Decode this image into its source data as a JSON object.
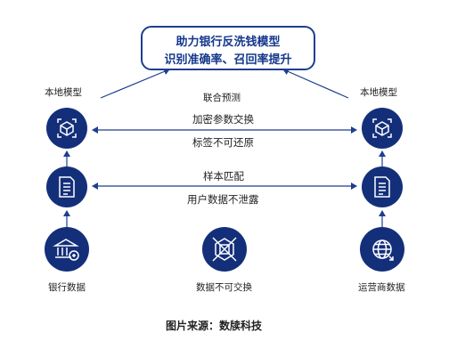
{
  "title": {
    "line1": "助力银行反洗钱模型",
    "line2": "识别准确率、召回率提升"
  },
  "left_label": "本地模型",
  "right_label": "本地模型",
  "center_label": "联合预测",
  "arrow1": {
    "top": "加密参数交换",
    "bottom": "标签不可还原"
  },
  "arrow2": {
    "top": "样本匹配",
    "bottom": "用户数据不泄露"
  },
  "bottom_labels": {
    "left": "银行数据",
    "middle": "数据不可交换",
    "right": "运营商数据"
  },
  "caption": "图片来源：数牍科技",
  "icons": {
    "model": "cube-frame-icon",
    "document": "document-icon",
    "bank": "bank-icon",
    "no_exchange": "crossed-exchange-icon",
    "globe": "globe-exchange-icon"
  },
  "colors": {
    "primary": "#142f7a",
    "accent": "#1d3f8f",
    "text": "#222222"
  }
}
